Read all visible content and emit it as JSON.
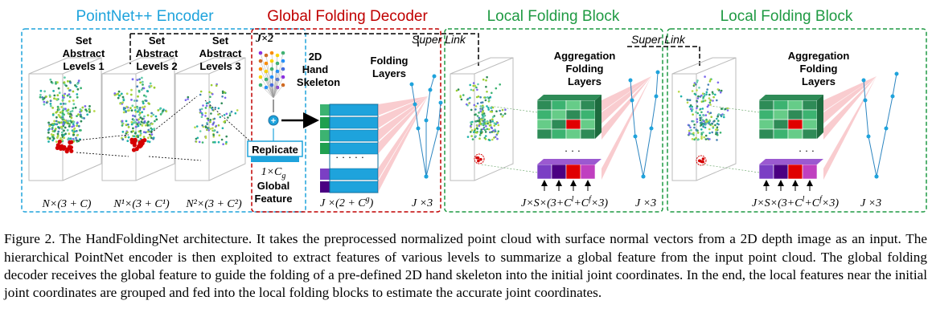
{
  "sections": {
    "encoder": {
      "title": "PointNet++ Encoder",
      "color": "#1ea3dc"
    },
    "global_decoder": {
      "title": "Global Folding Decoder",
      "color": "#c00000"
    },
    "local_block_1": {
      "title": "Local Folding Block",
      "color": "#1f9a43"
    },
    "local_block_2": {
      "title": "Local Folding Block",
      "color": "#1f9a43"
    }
  },
  "encoder": {
    "levels": [
      {
        "label_lines": [
          "Set",
          "Abstract",
          "Levels 1"
        ],
        "dim": "N×(3 + C)"
      },
      {
        "label_lines": [
          "Set",
          "Abstract",
          "Levels 2"
        ],
        "dim": "N¹×(3 + C¹)"
      },
      {
        "label_lines": [
          "Set",
          "Abstract",
          "Levels 3"
        ],
        "dim": "N²×(3 + C²)"
      }
    ],
    "replicate_label": "Replicate",
    "global_feature_dim": "1×C",
    "global_feature_sub": "g",
    "global_feature_label": [
      "Global",
      "Feature"
    ]
  },
  "decoder": {
    "skeleton_dim": "J×2",
    "skeleton_label": [
      "2D",
      "Hand",
      "Skeleton"
    ],
    "folding_layers_label": [
      "Folding",
      "Layers"
    ],
    "concat_symbol": "+",
    "ellipsis": "· · · · ·",
    "matrix_dim": "J ×(2 + C",
    "matrix_dim_sup": "g",
    "output_dim": "J ×3"
  },
  "local_blocks": [
    {
      "super_link": "Super Link",
      "aggregation_label": [
        "Aggregation",
        "Folding",
        "Layers"
      ],
      "grouped_dim": "J×S×(3+C",
      "grouped_dim_sup1": "l",
      "grouped_dim_mid": "+C",
      "grouped_dim_sup2": "f",
      "grouped_dim_end": "×3)",
      "output_dim": "J ×3",
      "ellipsis": "· · ·"
    },
    {
      "super_link": "Super Link",
      "aggregation_label": [
        "Aggregation",
        "Folding",
        "Layers"
      ],
      "grouped_dim": "J×S×(3+C",
      "grouped_dim_sup1": "l",
      "grouped_dim_mid": "+C",
      "grouped_dim_sup2": "f",
      "grouped_dim_end": "×3)",
      "output_dim": "J ×3",
      "ellipsis": "· · ·"
    }
  ],
  "caption": {
    "label": "Figure 2.",
    "text": "The HandFoldingNet architecture. It takes the preprocessed normalized point cloud with surface normal vectors from a 2D depth image as an input. The hierarchical PointNet encoder is then exploited to extract features of various levels to summarize a global feature from the input point cloud. The global folding decoder receives the global feature to guide the folding of a pre-defined 2D hand skeleton into the initial joint coordinates. In the end, the local features near the initial joint coordinates are grouped and fed into the local folding blocks to estimate the accurate joint coordinates."
  }
}
